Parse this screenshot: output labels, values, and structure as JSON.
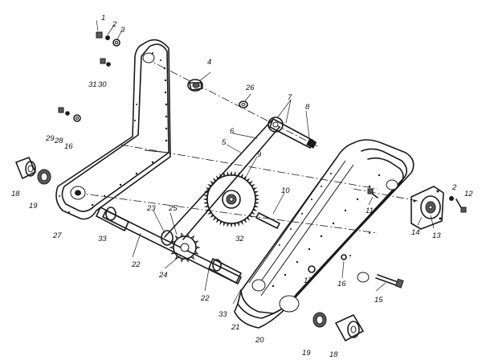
{
  "callouts": [
    {
      "label": "1"
    },
    {
      "label": "2"
    },
    {
      "label": "3"
    },
    {
      "label": "4"
    },
    {
      "label": "26"
    },
    {
      "label": "7"
    },
    {
      "label": "8"
    },
    {
      "label": "31"
    },
    {
      "label": "30"
    },
    {
      "label": "29"
    },
    {
      "label": "28"
    },
    {
      "label": "16"
    },
    {
      "label": "6"
    },
    {
      "label": "5"
    },
    {
      "label": "9"
    },
    {
      "label": "18"
    },
    {
      "label": "19"
    },
    {
      "label": "10"
    },
    {
      "label": "11"
    },
    {
      "label": "2"
    },
    {
      "label": "12"
    },
    {
      "label": "23"
    },
    {
      "label": "25"
    },
    {
      "label": "32"
    },
    {
      "label": "27"
    },
    {
      "label": "33"
    },
    {
      "label": "22"
    },
    {
      "label": "24"
    },
    {
      "label": "14"
    },
    {
      "label": "13"
    },
    {
      "label": "17"
    },
    {
      "label": "16"
    },
    {
      "label": "22"
    },
    {
      "label": "33"
    },
    {
      "label": "21"
    },
    {
      "label": "20"
    },
    {
      "label": "19"
    },
    {
      "label": "18"
    },
    {
      "label": "15"
    }
  ]
}
